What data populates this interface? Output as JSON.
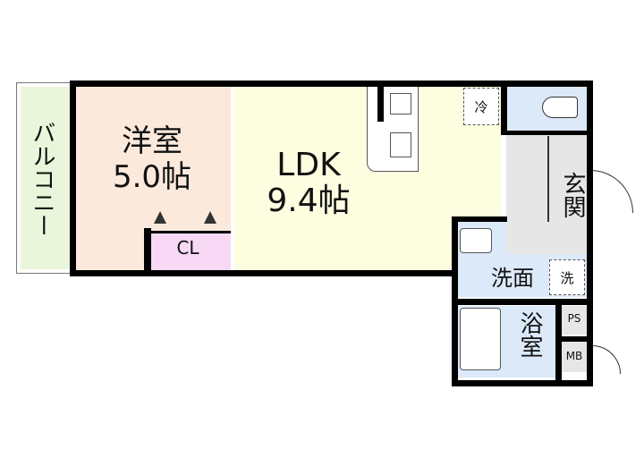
{
  "floorplan": {
    "rooms": {
      "balcony": {
        "label": "バルコニー",
        "color": "#eaf6dc"
      },
      "western_room": {
        "label": "洋室",
        "size": "5.0帖",
        "color": "#fbe9dc"
      },
      "closet": {
        "label": "CL",
        "color": "#f7d9f5"
      },
      "ldk": {
        "label": "LDK",
        "size": "9.4帖",
        "color": "#fdfde0"
      },
      "fridge": {
        "label": "冷"
      },
      "toilet": {
        "color": "#dce9f8"
      },
      "entrance": {
        "label": "玄関",
        "color": "#e6e6e6"
      },
      "washroom": {
        "label": "洗面",
        "color": "#dce9f8"
      },
      "washer": {
        "label": "洗"
      },
      "bathroom": {
        "label": "浴室",
        "color": "#dce9f8"
      },
      "ps": {
        "label": "PS"
      },
      "mb": {
        "label": "MB"
      }
    }
  }
}
